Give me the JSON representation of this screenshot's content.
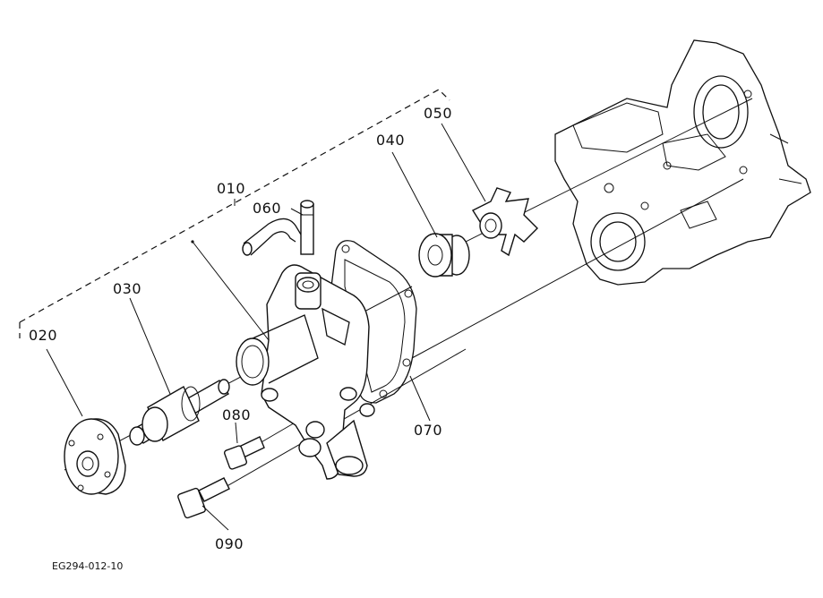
{
  "diagram": {
    "figure_code": "EG294-012-10",
    "callouts": {
      "p010": "010",
      "p020": "020",
      "p030": "030",
      "p040": "040",
      "p050": "050",
      "p060": "060",
      "p070": "070",
      "p080": "080",
      "p090": "090"
    }
  }
}
